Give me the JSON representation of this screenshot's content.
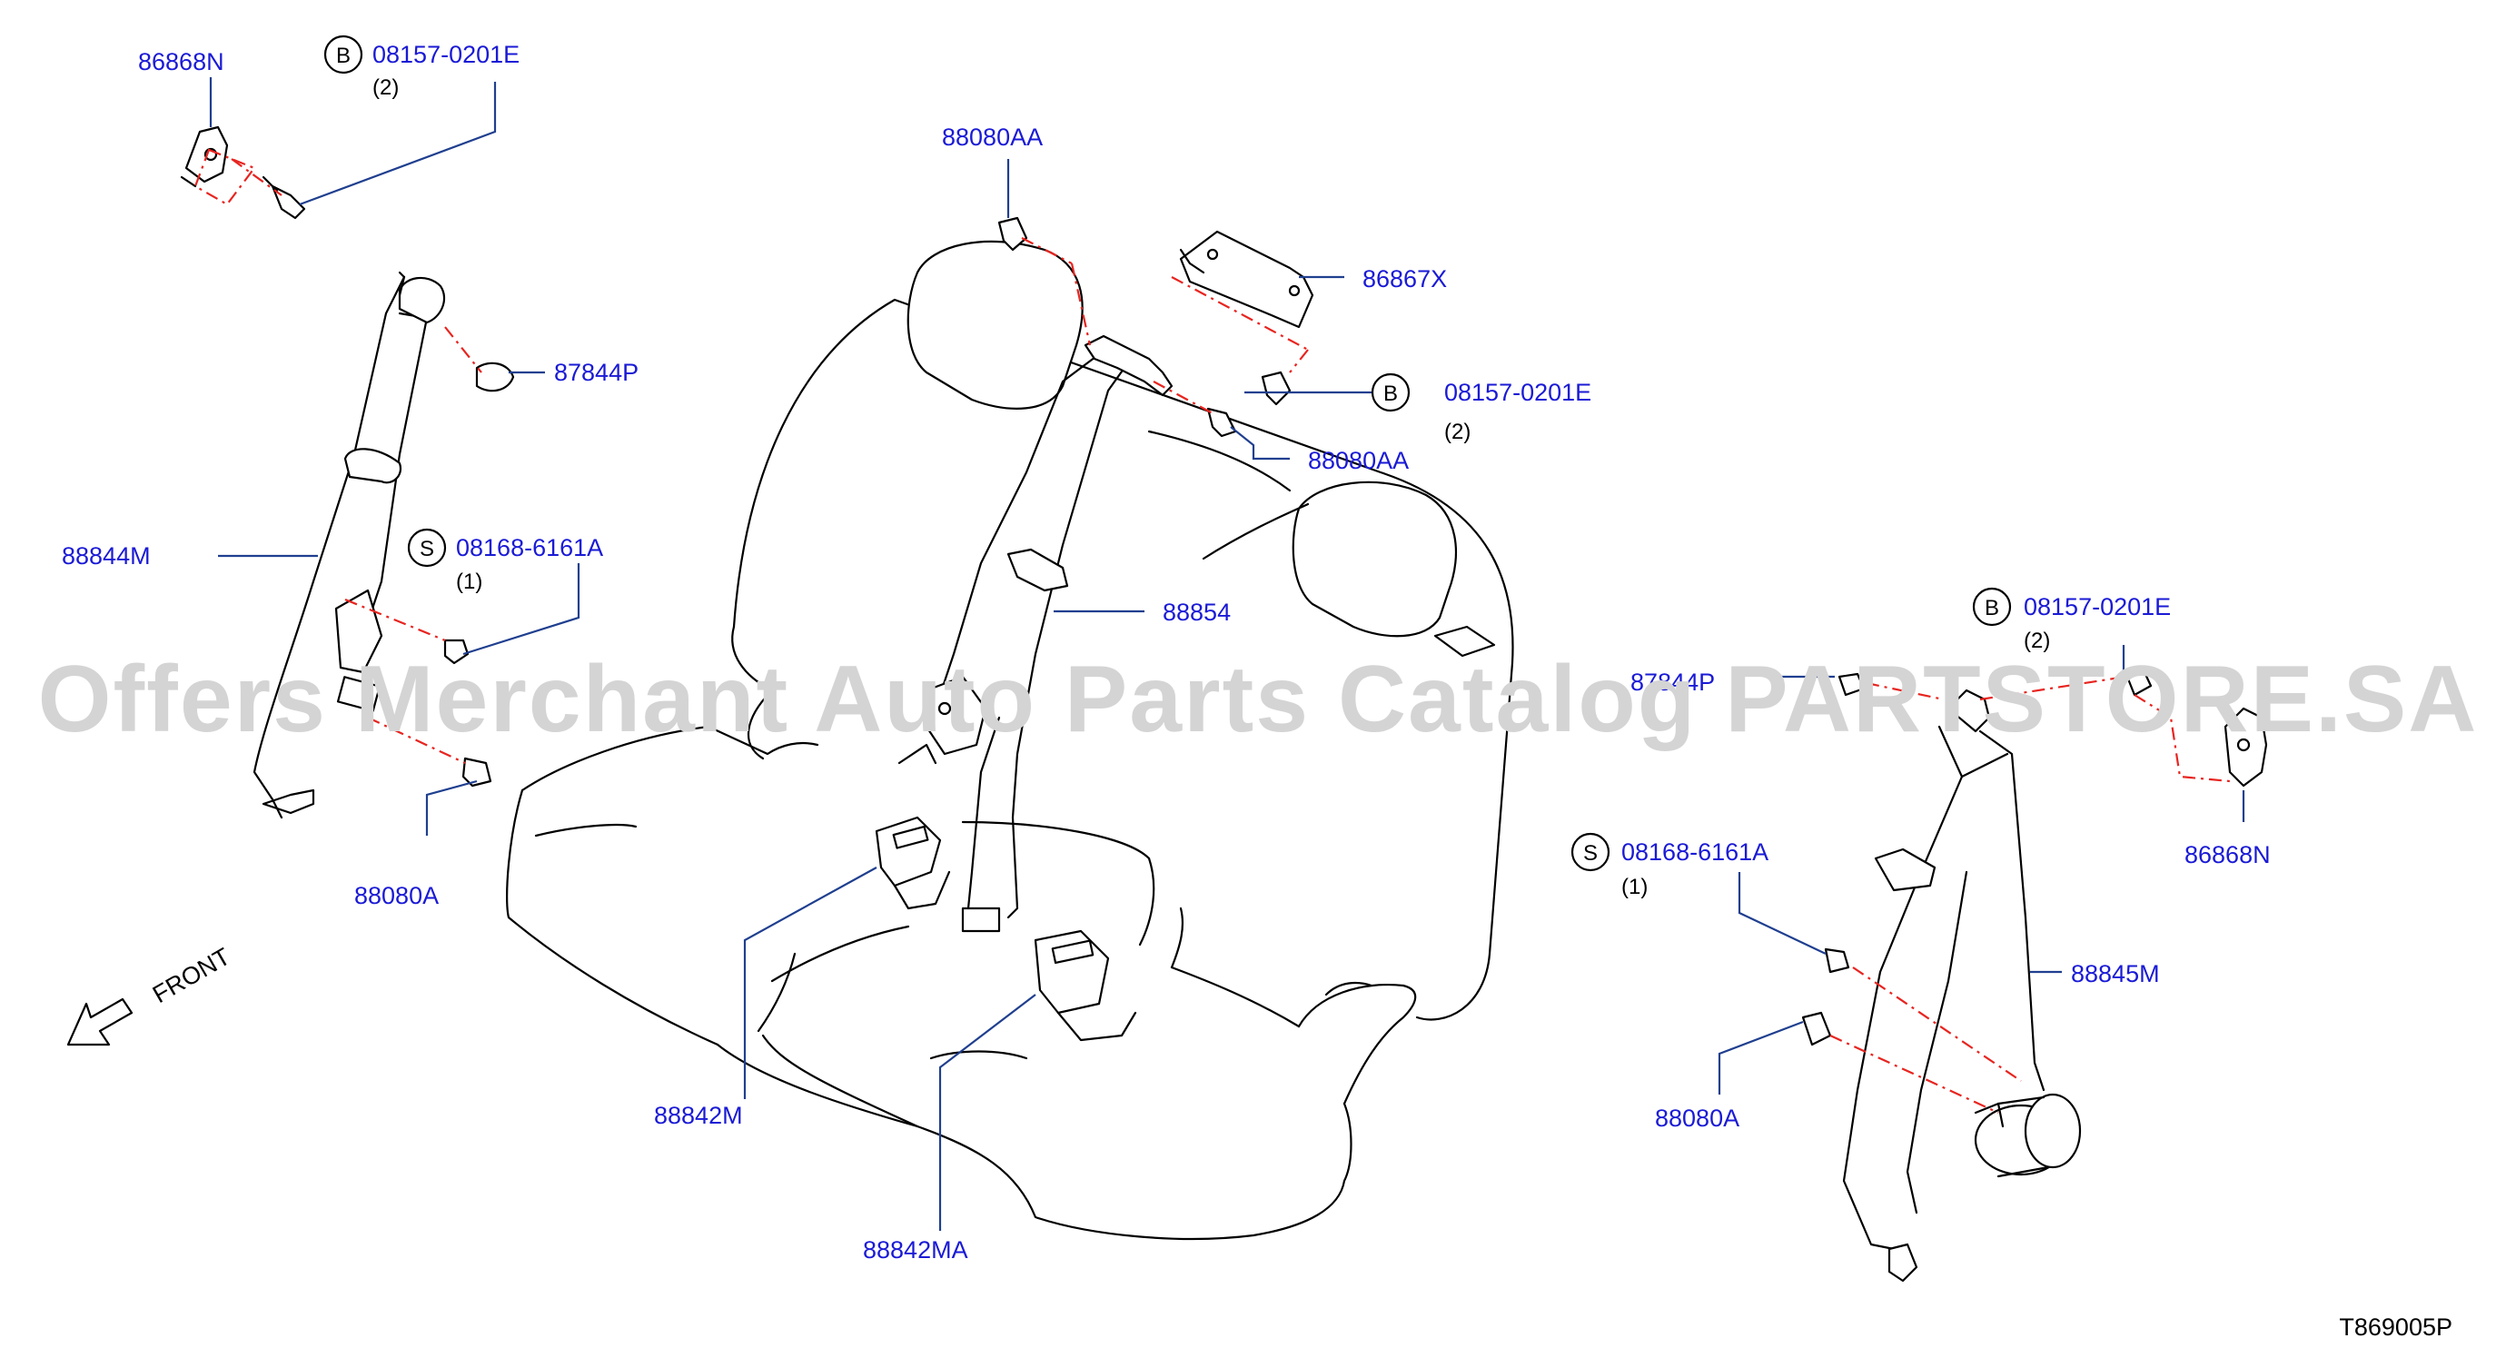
{
  "colors": {
    "label": "#1a1ad6",
    "leader": "#1f3f8f",
    "dash": "#e8241f",
    "line": "#000000",
    "watermark": "#d4d4d4"
  },
  "watermark_text": "Offers Merchant Auto Parts Catalog PARTSTORE.SA",
  "diagram_code": "T869005P",
  "front_label": "FRONT",
  "parts": {
    "p86868N_top": "86868N",
    "p08157_top": "08157-0201E",
    "q08157_top": "(2)",
    "b_top": "B",
    "p87844P_left": "87844P",
    "p88844M": "88844M",
    "p08168_left": "08168-6161A",
    "q08168_left": "(1)",
    "s_left": "S",
    "p88080A_left": "88080A",
    "p88080AA_top": "88080AA",
    "p86867X": "86867X",
    "p08157_mid": "08157-0201E",
    "q08157_mid": "(2)",
    "b_mid": "B",
    "p88080AA_mid": "88080AA",
    "p88854": "88854",
    "p88842M": "88842M",
    "p88842MA": "88842MA",
    "p87844P_right": "87844P",
    "p08157_right": "08157-0201E",
    "q08157_right": "(2)",
    "b_right": "B",
    "p86868N_right": "86868N",
    "p08168_right": "08168-6161A",
    "q08168_right": "(1)",
    "s_right": "S",
    "p88845M": "88845M",
    "p88080A_right": "88080A"
  }
}
